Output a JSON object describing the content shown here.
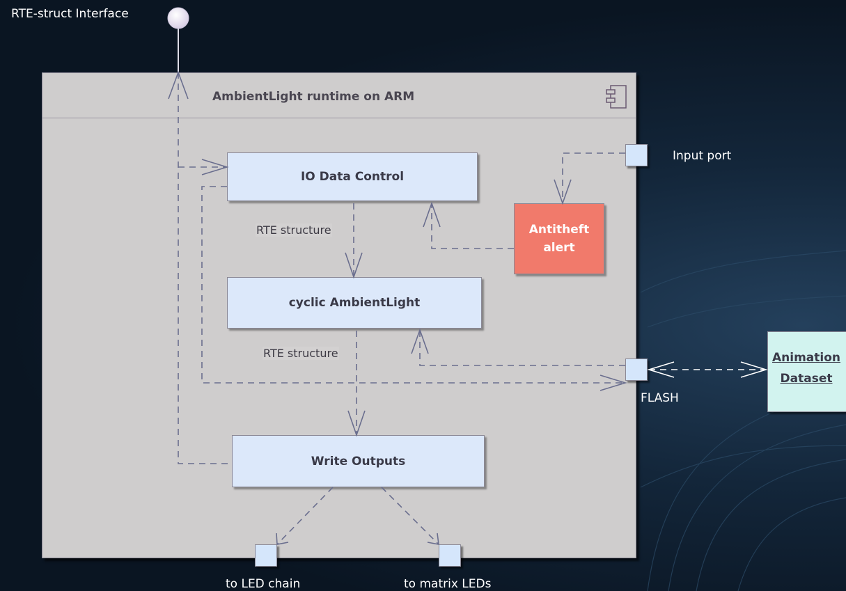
{
  "interface": {
    "label": "RTE-struct Interface"
  },
  "component": {
    "title": "AmbientLight runtime on ARM",
    "icon": "component-icon"
  },
  "nodes": {
    "io_data_control": "IO Data Control",
    "cyclic_ambientlight": "cyclic AmbientLight",
    "write_outputs": "Write Outputs",
    "antitheft_line1": "Antitheft",
    "antitheft_line2": "alert"
  },
  "edges": {
    "rte_structure_1": "RTE structure",
    "rte_structure_2": "RTE structure"
  },
  "ports": {
    "input_port": "Input port",
    "flash": "FLASH",
    "led_chain": "to LED chain",
    "matrix_leds": "to matrix LEDs"
  },
  "artifact": {
    "label": "Animation\nDataset"
  },
  "colors": {
    "action_fill": "#dce8fa",
    "alert_fill": "#f17a6b",
    "component_fill": "#cfcdcd",
    "artifact_fill": "#d2f3ef",
    "connector": "#6a6e8e"
  }
}
